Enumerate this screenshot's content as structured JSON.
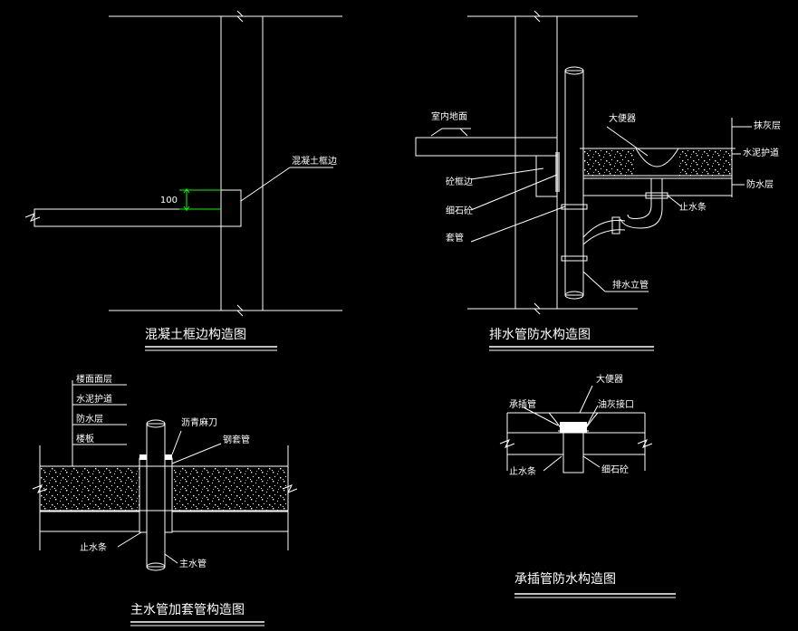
{
  "colors": {
    "background": "#000000",
    "line": "#ffffff",
    "accent": "#00ff00"
  },
  "drawing1": {
    "title": "混凝土框边构造图",
    "dim_value": "100",
    "labels": {
      "beam": "混凝土框边"
    }
  },
  "drawing2": {
    "title": "排水管防水构造图",
    "labels": {
      "floor": "室内地面",
      "frame": "砼框边",
      "fine_stone": "细石砼",
      "sleeve": "套管",
      "squat_toilet": "大便器",
      "finish": "抹灰层",
      "cement_protect": "水泥护道",
      "waterproof": "防水层",
      "water_stop": "止水条",
      "drain_riser": "排水立管"
    }
  },
  "drawing3": {
    "title": "主水管加套管构造图",
    "labels": {
      "floor_finish": "楼面面层",
      "cement_protect": "水泥护道",
      "waterproof": "防水层",
      "slab": "楼板",
      "asphalt": "沥青麻刀",
      "steel_sleeve": "钢套管",
      "water_stop": "止水条",
      "main_pipe": "主水管"
    }
  },
  "drawing4": {
    "title": "承插管防水构造图",
    "labels": {
      "socket_pipe": "承插管",
      "squat_toilet": "大便器",
      "putty": "油灰接口",
      "water_stop": "止水条",
      "fine_stone": "细石砼"
    }
  }
}
